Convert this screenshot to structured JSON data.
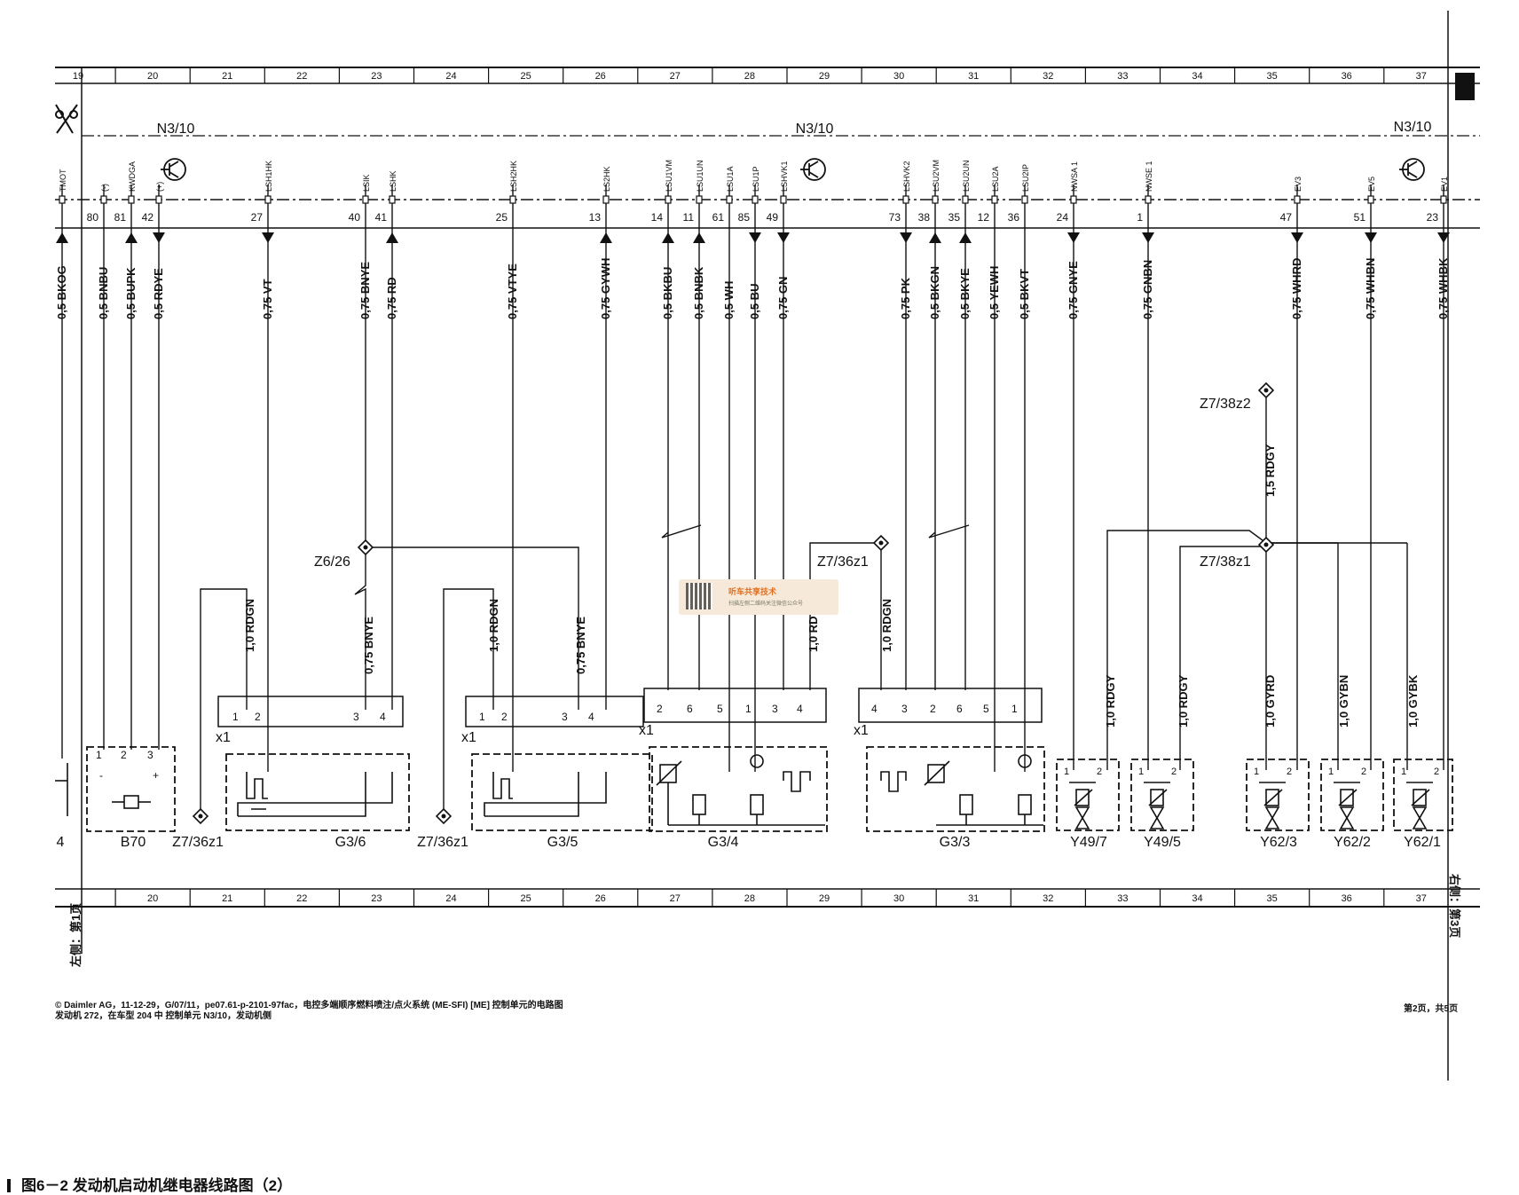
{
  "grid": {
    "top_numbers": [
      "19",
      "20",
      "21",
      "22",
      "23",
      "24",
      "25",
      "26",
      "27",
      "28",
      "29",
      "30",
      "31",
      "32",
      "33",
      "34",
      "35",
      "36",
      "37"
    ],
    "bottom_numbers": [
      "20",
      "21",
      "22",
      "23",
      "24",
      "25",
      "26",
      "27",
      "28",
      "29",
      "30",
      "31",
      "32",
      "33",
      "34",
      "35",
      "36",
      "37"
    ]
  },
  "control_unit_labels": [
    "N3/10",
    "N3/10",
    "N3/10"
  ],
  "pins": [
    {
      "sig": "TMOT",
      "pin": "",
      "wire": "0,5 BKOG",
      "dir": "up"
    },
    {
      "sig": "(-)",
      "pin": "80",
      "wire": "0,5 BNBU",
      "dir": "none"
    },
    {
      "sig": "KWDGA",
      "pin": "81",
      "wire": "0,5 BUPK",
      "dir": "up"
    },
    {
      "sig": "(+)",
      "pin": "42",
      "wire": "0,5 RDYE",
      "dir": "down"
    },
    {
      "sig": "LSH1HK",
      "pin": "27",
      "wire": "0,75 VT",
      "dir": "down"
    },
    {
      "sig": "LSIK",
      "pin": "40",
      "wire": "0,75 BNYE",
      "dir": "none"
    },
    {
      "sig": "LSHK",
      "pin": "41",
      "wire": "0,75 RD",
      "dir": "up"
    },
    {
      "sig": "LSH2HK",
      "pin": "25",
      "wire": "0,75 VTYE",
      "dir": "none"
    },
    {
      "sig": "LS2HK",
      "pin": "13",
      "wire": "0,75 GYWH",
      "dir": "up"
    },
    {
      "sig": "LSU1VM",
      "pin": "14",
      "wire": "0,5 BKBU",
      "dir": "up"
    },
    {
      "sig": "LSU1UN",
      "pin": "11",
      "wire": "0,5 BNBK",
      "dir": "up"
    },
    {
      "sig": "LSU1A",
      "pin": "61",
      "wire": "0,5 WH",
      "dir": "none"
    },
    {
      "sig": "LSU1P",
      "pin": "85",
      "wire": "0,5 BU",
      "dir": "down"
    },
    {
      "sig": "LSHVK1",
      "pin": "49",
      "wire": "0,75 GN",
      "dir": "down"
    },
    {
      "sig": "LSHVK2",
      "pin": "73",
      "wire": "0,75 PK",
      "dir": "down"
    },
    {
      "sig": "LSU2VM",
      "pin": "38",
      "wire": "0,5 BKGN",
      "dir": "up"
    },
    {
      "sig": "LSU2UN",
      "pin": "35",
      "wire": "0,5 BKYE",
      "dir": "up"
    },
    {
      "sig": "LSU2A",
      "pin": "12",
      "wire": "0,5 YEWH",
      "dir": "none"
    },
    {
      "sig": "LSU2IP",
      "pin": "36",
      "wire": "0,5 BKVT",
      "dir": "none"
    },
    {
      "sig": "NWSA 1",
      "pin": "24",
      "wire": "0,75 GNYE",
      "dir": "down"
    },
    {
      "sig": "NWSE 1",
      "pin": "1",
      "wire": "0,75 GNBN",
      "dir": "down"
    },
    {
      "sig": "EV3",
      "pin": "47",
      "wire": "0,75 WHRD",
      "dir": "down"
    },
    {
      "sig": "EV5",
      "pin": "51",
      "wire": "0,75 WHBN",
      "dir": "down"
    },
    {
      "sig": "EV1",
      "pin": "23",
      "wire": "0,75 WHBK",
      "dir": "down"
    }
  ],
  "branch_wires": [
    "1,0 RDGN",
    "0,75 BNYE",
    "1,0 RDGN",
    "0,75 BNYE",
    "1,0 RD",
    "1,0 RDGN",
    "1,5 RDGY",
    "1,0 RDGY",
    "1,0 RDGY",
    "1,0 GYRD",
    "1,0 GYBN",
    "1,0 GYBK"
  ],
  "nodes": [
    "Z6/26",
    "Z7/36z1",
    "Z7/38z2",
    "Z7/38z1"
  ],
  "connectors": {
    "x1": "x1",
    "pins_g36": [
      "1",
      "2",
      "3",
      "4"
    ],
    "pins_g35": [
      "1",
      "2",
      "3",
      "4"
    ],
    "pins_g34": [
      "2",
      "6",
      "5",
      "1",
      "3",
      "4"
    ],
    "pins_g33": [
      "4",
      "3",
      "2",
      "6",
      "5",
      "1"
    ],
    "pins_b70": [
      "1",
      "2",
      "3"
    ],
    "pins_y": [
      "1",
      "2"
    ],
    "b70_minus": "-",
    "b70_plus": "+"
  },
  "components": [
    "4",
    "B70",
    "Z7/36z1",
    "G3/6",
    "Z7/36z1",
    "G3/5",
    "G3/4",
    "G3/3",
    "Y49/7",
    "Y49/5",
    "Y62/3",
    "Y62/2",
    "Y62/1"
  ],
  "side_text_left": "左侧：第1页",
  "side_text_right": "右侧：第3页",
  "watermark": {
    "title": "听车共享技术",
    "subtitle": "扫描左侧二维码关注微信公众号"
  },
  "footer": {
    "line1": "© Daimler AG，11-12-29，G/07/11，pe07.61-p-2101-97fac，电控多端顺序燃料喷注/点火系统 (ME-SFI) [ME] 控制单元的电路图",
    "line2": "发动机 272，在车型 204 中 控制单元 N3/10，发动机侧",
    "page": "第2页，共5页"
  },
  "caption": "图6－2  发动机启动机继电器线路图（2）"
}
